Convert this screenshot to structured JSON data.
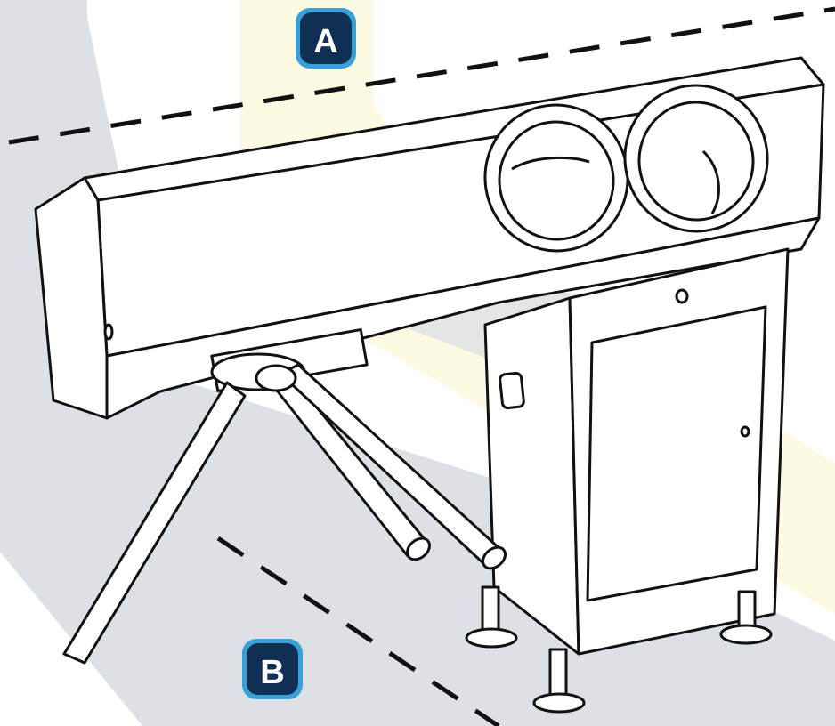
{
  "labels": {
    "zone_a": "A",
    "zone_b": "B"
  },
  "colors": {
    "floor_stripe": "#dde0e5",
    "yellow_band": "#fdfae3",
    "marker_fill": "#0f2f55",
    "marker_border": "#3aa1d8",
    "marker_text": "#ffffff",
    "line_art": "#111111",
    "dashed_line": "#111111"
  },
  "icons": [
    "turnstile-illustration",
    "tripod-arm",
    "hand-hole"
  ]
}
